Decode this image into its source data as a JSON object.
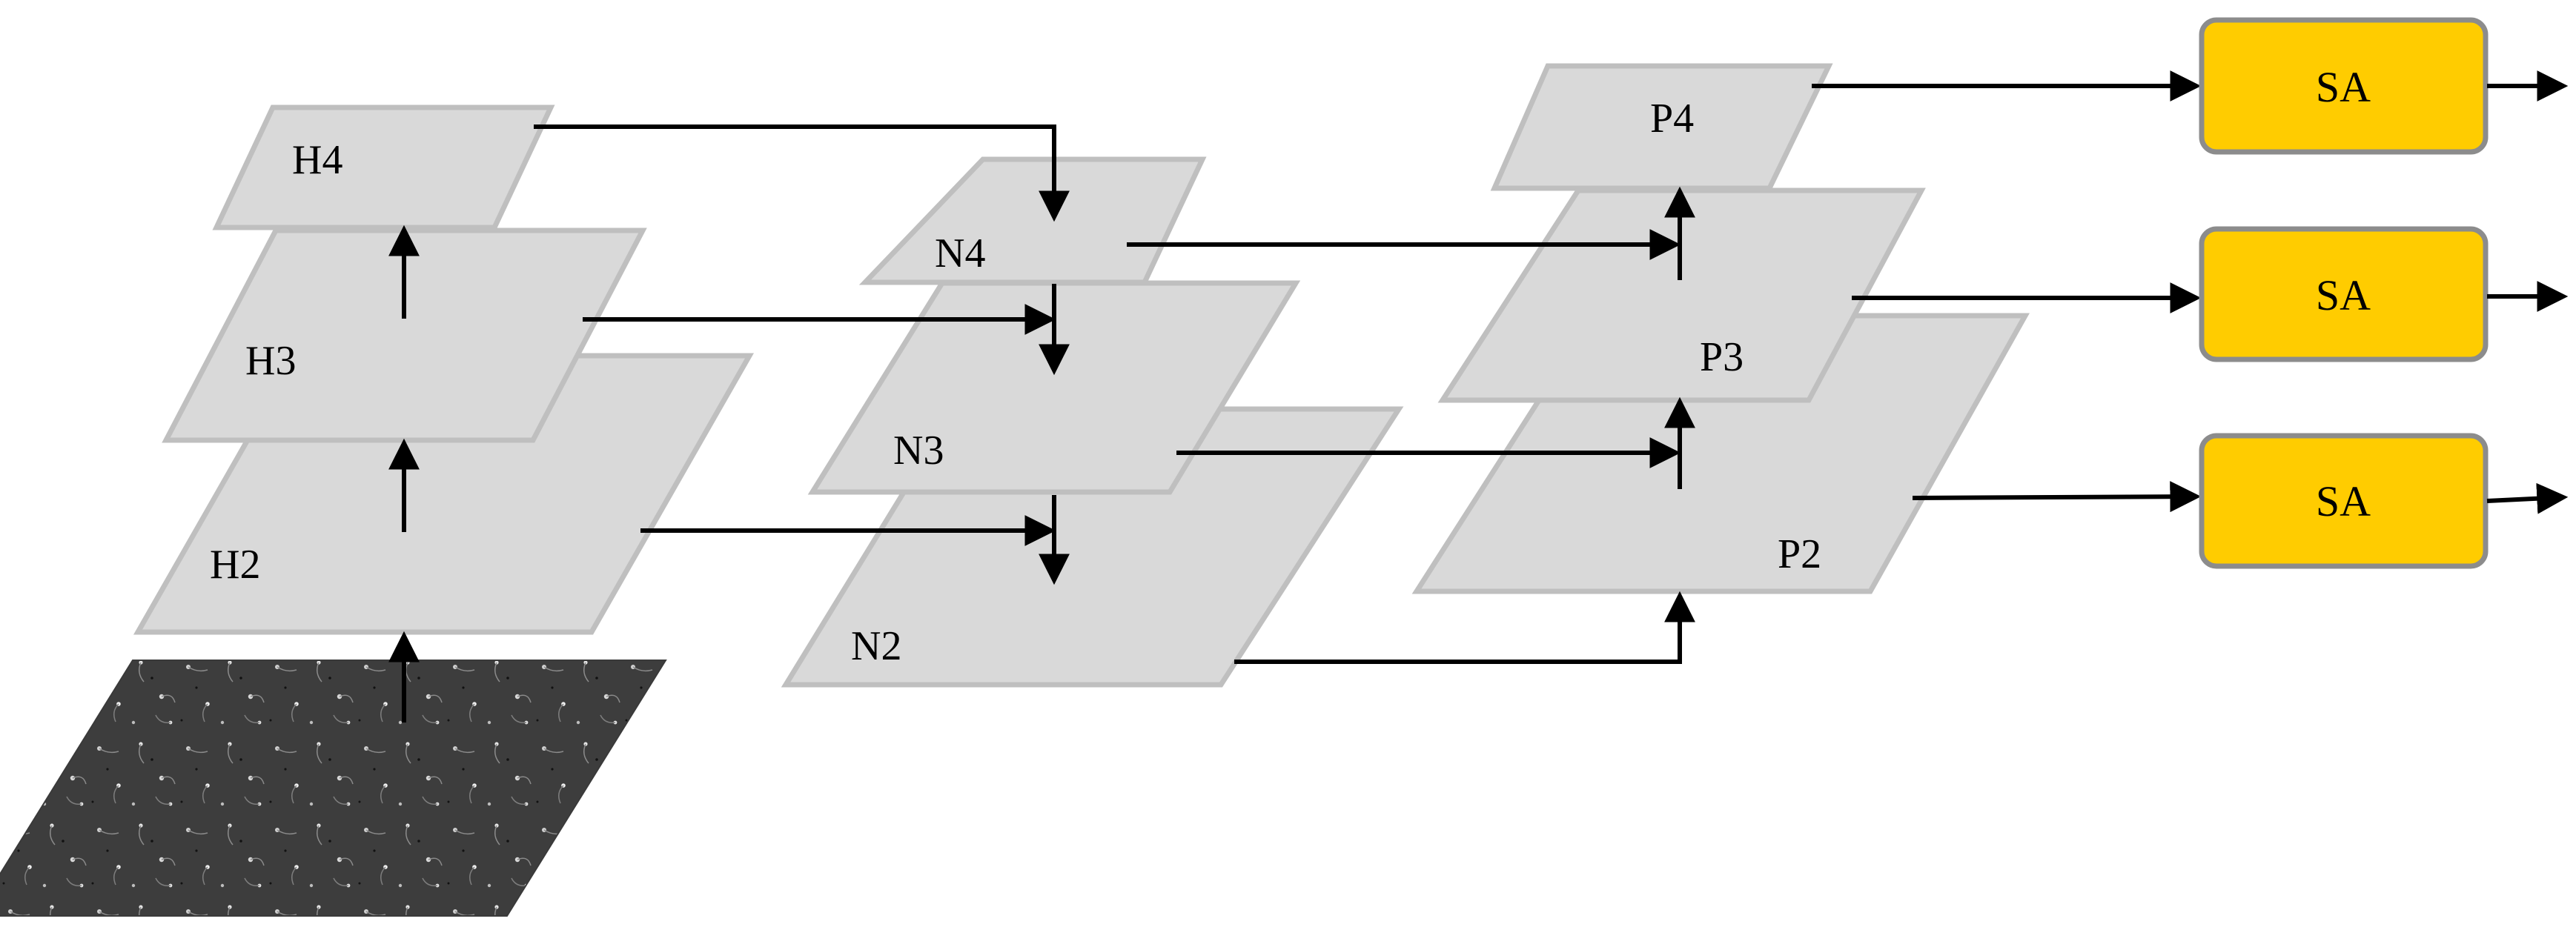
{
  "input": {
    "description_icon": "microscope-image-icon"
  },
  "planes": {
    "h2": "H2",
    "h3": "H3",
    "h4": "H4",
    "n2": "N2",
    "n3": "N3",
    "n4": "N4",
    "p2": "P2",
    "p3": "P3",
    "p4": "P4"
  },
  "sa_modules": [
    "SA",
    "SA",
    "SA"
  ],
  "colors": {
    "plane_fill": "#d9d9d9",
    "plane_border": "#bfbfbf",
    "sa_fill": "#ffcc00",
    "sa_border": "#8c8c8c",
    "arrow": "#000000",
    "input_image": "#3b3b3b"
  }
}
